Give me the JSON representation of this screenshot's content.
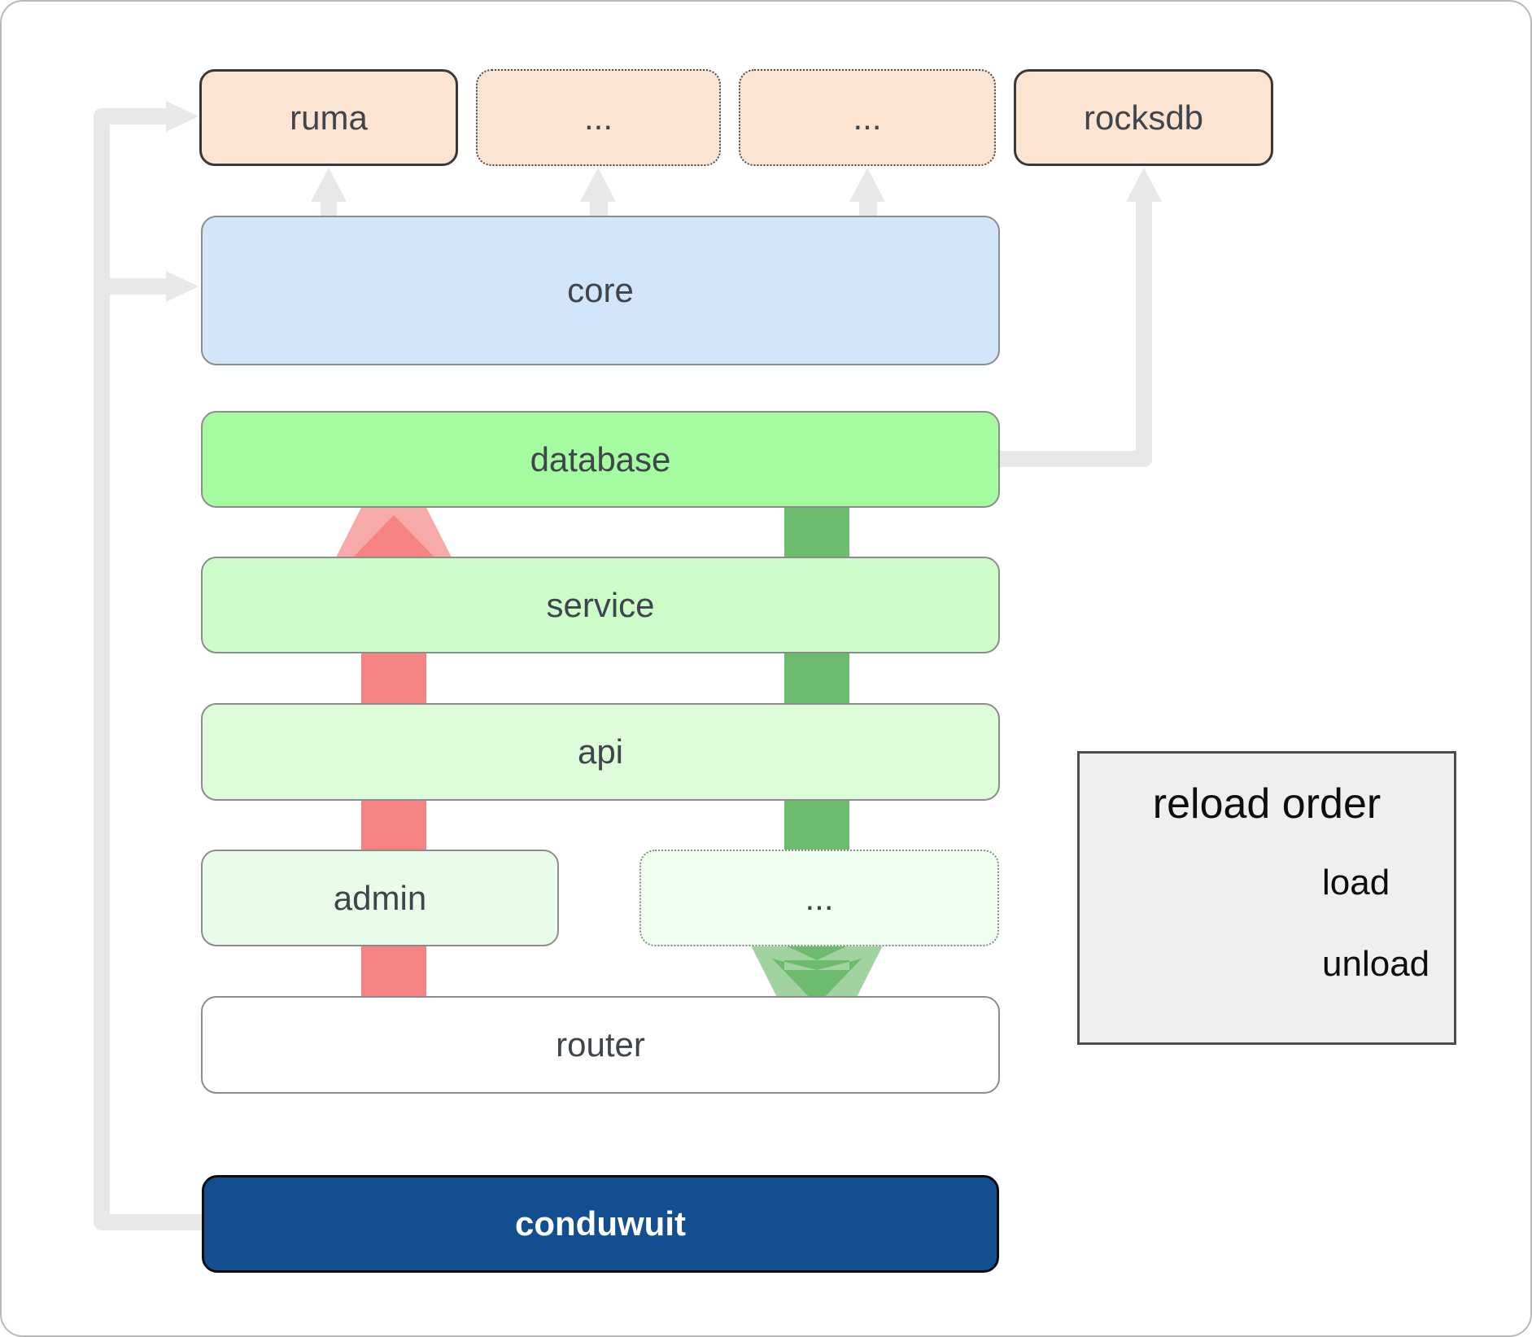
{
  "diagram": {
    "top_row": [
      {
        "label": "ruma"
      },
      {
        "label": "..."
      },
      {
        "label": "..."
      },
      {
        "label": "rocksdb"
      }
    ],
    "layers": [
      {
        "label": "core"
      },
      {
        "label": "database"
      },
      {
        "label": "service"
      },
      {
        "label": "api"
      },
      {
        "label": "admin"
      },
      {
        "label": "..."
      },
      {
        "label": "router"
      },
      {
        "label": "conduwuit"
      }
    ]
  },
  "legend": {
    "title": "reload order",
    "items": [
      {
        "label": "load",
        "color": "#2e9e2e"
      },
      {
        "label": "unload",
        "color": "#f25555"
      }
    ]
  },
  "colors": {
    "crate_box": "#fce4d3",
    "core_box": "#d3e6f9",
    "database_box": "#a5fca0",
    "service_box": "#cdfcc8",
    "api_box": "#defcda",
    "admin_box": "#e9fce9",
    "router_box": "#ffffff",
    "conduwuit_box": "#134e8e",
    "load_arrow": "#2e9e2e",
    "unload_arrow": "#f25555",
    "dependency_connector": "#e8e8e8",
    "legend_bg": "#efefef"
  }
}
